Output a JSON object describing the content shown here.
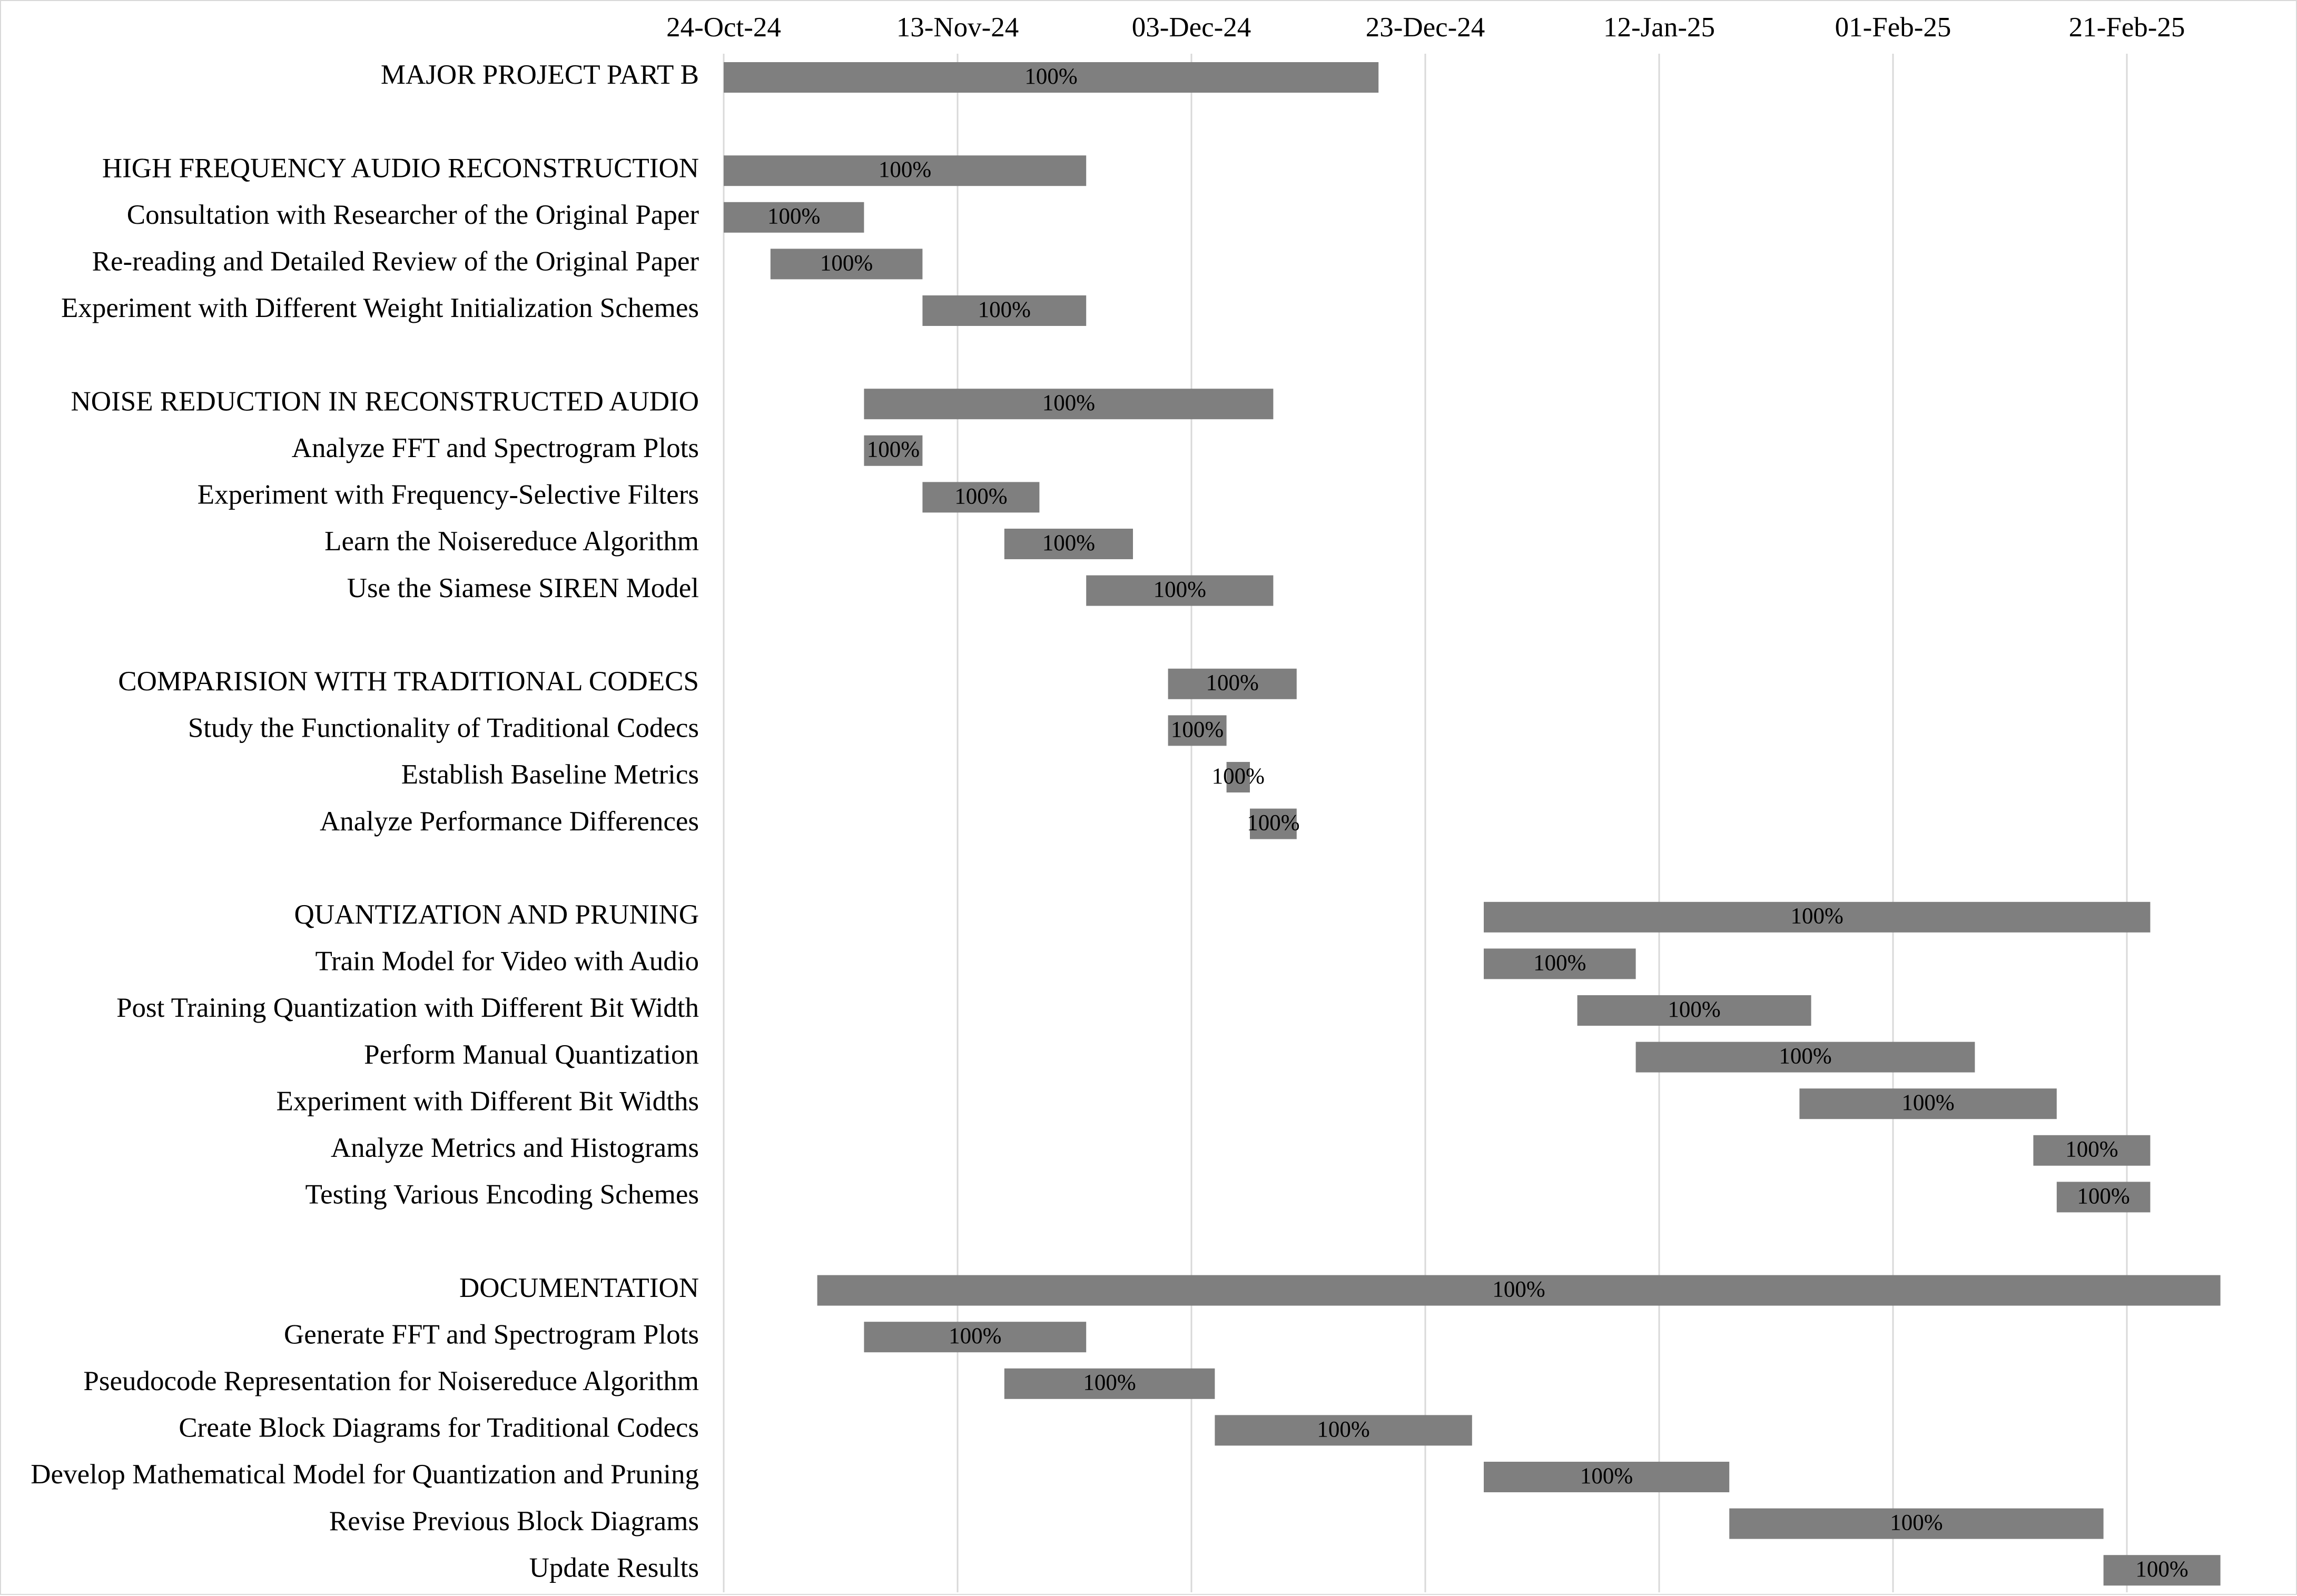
{
  "chart_data": {
    "type": "bar",
    "orientation": "horizontal",
    "style": "gantt",
    "x_axis_position": "top",
    "grid": true,
    "x_ticks": [
      "24-Oct-24",
      "13-Nov-24",
      "03-Dec-24",
      "23-Dec-24",
      "12-Jan-25",
      "01-Feb-25",
      "21-Feb-25"
    ],
    "xlim": [
      "2024-10-24",
      "2025-02-27"
    ],
    "bar_color": "#7f7f7f",
    "gridline_color": "#d9d9d9",
    "tasks": [
      {
        "name": "MAJOR PROJECT PART B",
        "start": "2024-10-24",
        "end": "2024-12-19",
        "progress": "100%"
      },
      {
        "name": "",
        "gap": true
      },
      {
        "name": "HIGH FREQUENCY AUDIO RECONSTRUCTION",
        "start": "2024-10-24",
        "end": "2024-11-24",
        "progress": "100%"
      },
      {
        "name": "Consultation with Researcher of the Original Paper",
        "start": "2024-10-24",
        "end": "2024-11-05",
        "progress": "100%"
      },
      {
        "name": "Re-reading and Detailed Review of the Original Paper",
        "start": "2024-10-28",
        "end": "2024-11-10",
        "progress": "100%"
      },
      {
        "name": "Experiment with Different Weight Initialization Schemes",
        "start": "2024-11-10",
        "end": "2024-11-24",
        "progress": "100%"
      },
      {
        "name": "",
        "gap": true
      },
      {
        "name": "NOISE REDUCTION IN RECONSTRUCTED AUDIO",
        "start": "2024-11-05",
        "end": "2024-12-10",
        "progress": "100%"
      },
      {
        "name": "Analyze FFT and Spectrogram Plots",
        "start": "2024-11-05",
        "end": "2024-11-10",
        "progress": "100%"
      },
      {
        "name": "Experiment with Frequency-Selective Filters",
        "start": "2024-11-10",
        "end": "2024-11-20",
        "progress": "100%"
      },
      {
        "name": "Learn the Noisereduce Algorithm",
        "start": "2024-11-17",
        "end": "2024-11-28",
        "progress": "100%"
      },
      {
        "name": "Use the Siamese SIREN Model",
        "start": "2024-11-24",
        "end": "2024-12-10",
        "progress": "100%"
      },
      {
        "name": "",
        "gap": true
      },
      {
        "name": "COMPARISION WITH TRADITIONAL CODECS",
        "start": "2024-12-01",
        "end": "2024-12-12",
        "progress": "100%"
      },
      {
        "name": "Study the Functionality of Traditional Codecs",
        "start": "2024-12-01",
        "end": "2024-12-06",
        "progress": "100%"
      },
      {
        "name": "Establish Baseline Metrics",
        "start": "2024-12-06",
        "end": "2024-12-08",
        "progress": "100%"
      },
      {
        "name": "Analyze Performance Differences",
        "start": "2024-12-08",
        "end": "2024-12-12",
        "progress": "100%"
      },
      {
        "name": "",
        "gap": true
      },
      {
        "name": "QUANTIZATION AND PRUNING",
        "start": "2024-12-28",
        "end": "2025-02-23",
        "progress": "100%"
      },
      {
        "name": "Train Model for Video with Audio",
        "start": "2024-12-28",
        "end": "2025-01-10",
        "progress": "100%"
      },
      {
        "name": "Post Training Quantization with Different Bit Width",
        "start": "2025-01-05",
        "end": "2025-01-25",
        "progress": "100%"
      },
      {
        "name": "Perform Manual Quantization",
        "start": "2025-01-10",
        "end": "2025-02-08",
        "progress": "100%"
      },
      {
        "name": "Experiment with Different Bit Widths",
        "start": "2025-01-24",
        "end": "2025-02-15",
        "progress": "100%"
      },
      {
        "name": "Analyze Metrics and Histograms",
        "start": "2025-02-13",
        "end": "2025-02-23",
        "progress": "100%"
      },
      {
        "name": "Testing Various Encoding Schemes",
        "start": "2025-02-15",
        "end": "2025-02-23",
        "progress": "100%"
      },
      {
        "name": "",
        "gap": true
      },
      {
        "name": "DOCUMENTATION",
        "start": "2024-11-01",
        "end": "2025-03-01",
        "progress": "100%"
      },
      {
        "name": "Generate FFT and Spectrogram Plots",
        "start": "2024-11-05",
        "end": "2024-11-24",
        "progress": "100%"
      },
      {
        "name": "Pseudocode Representation for Noisereduce Algorithm",
        "start": "2024-11-17",
        "end": "2024-12-05",
        "progress": "100%"
      },
      {
        "name": "Create Block Diagrams for Traditional Codecs",
        "start": "2024-12-05",
        "end": "2024-12-27",
        "progress": "100%"
      },
      {
        "name": "Develop Mathematical Model for Quantization and Pruning",
        "start": "2024-12-28",
        "end": "2025-01-18",
        "progress": "100%"
      },
      {
        "name": "Revise Previous Block Diagrams",
        "start": "2025-01-18",
        "end": "2025-02-19",
        "progress": "100%"
      },
      {
        "name": "Update Results",
        "start": "2025-02-19",
        "end": "2025-03-01",
        "progress": "100%"
      }
    ]
  }
}
